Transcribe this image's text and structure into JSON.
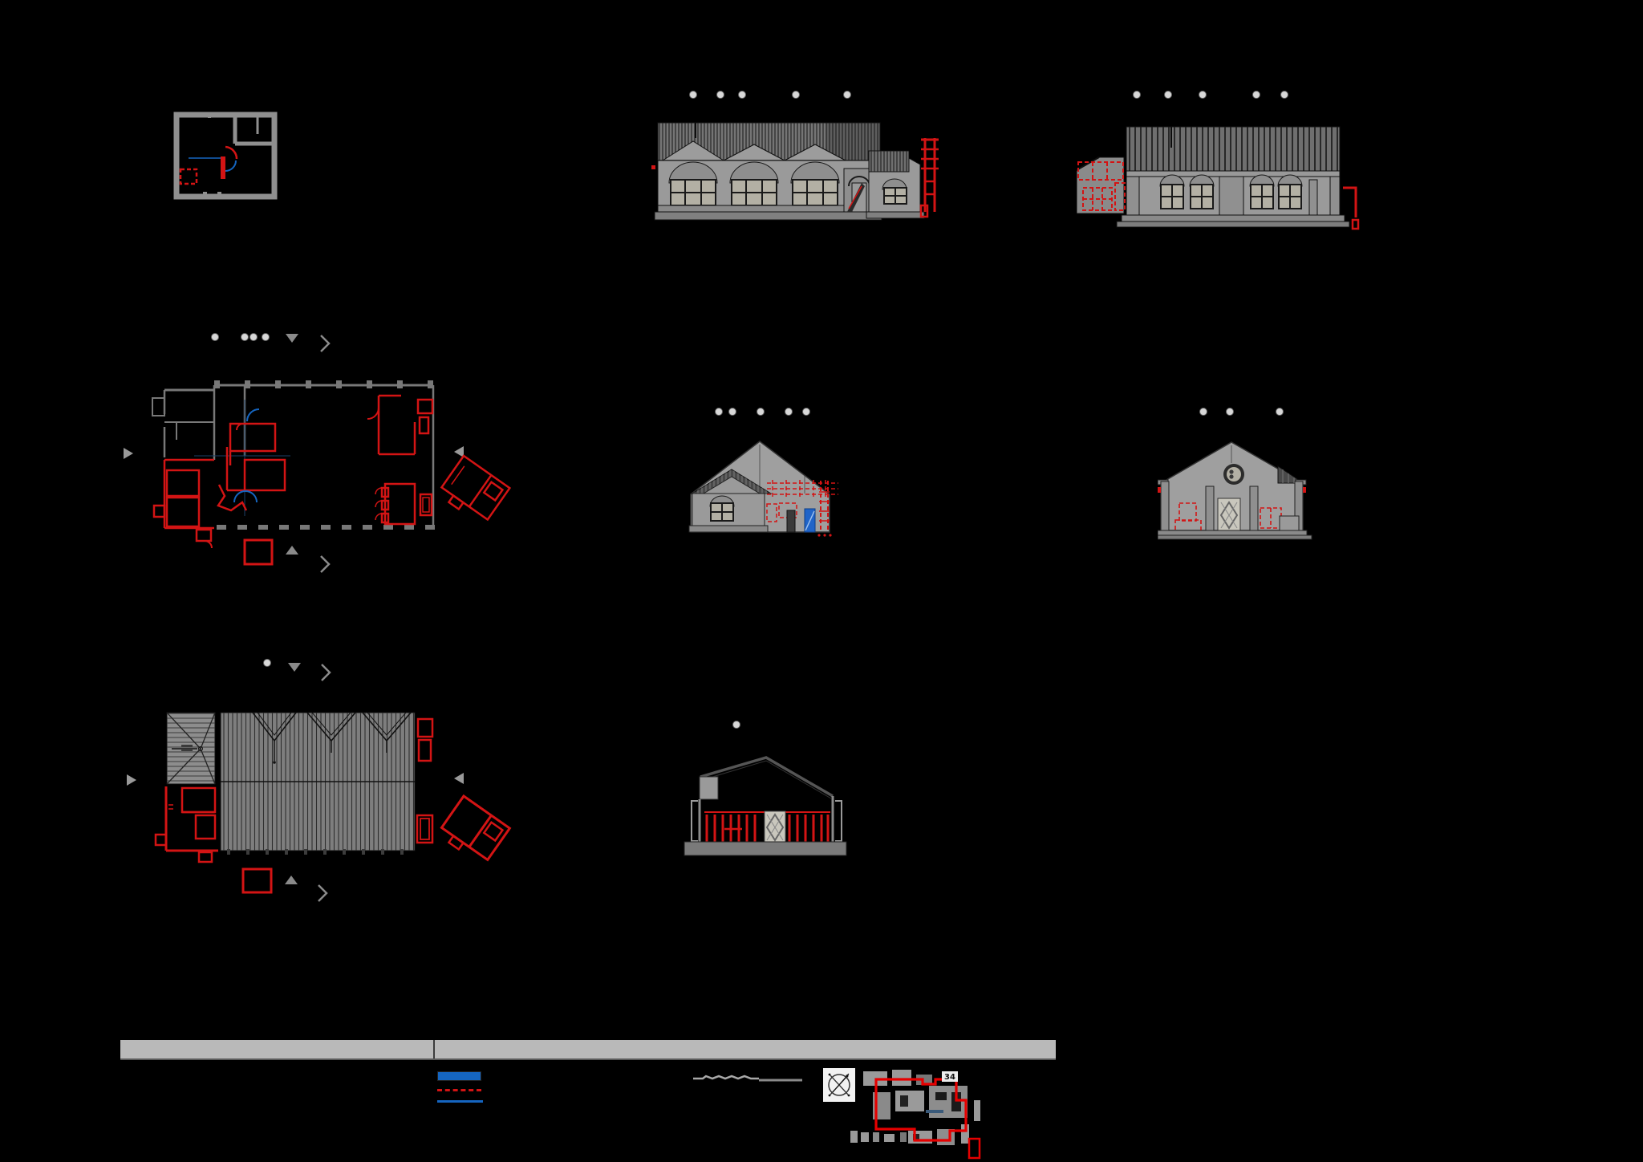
{
  "canvas": {
    "background": "#000000"
  },
  "palette": {
    "existing_gray": "#787878",
    "elevation_wall": "#9a9a9a",
    "siding_band": "#6f6f6f",
    "dark_roof": "#4a4a4a",
    "glass_tan": "#b3b0a4",
    "new_red": "#d31414",
    "door_blue": "#1565c0",
    "thin_blue_line": "#1c3f66",
    "titlebar_gray": "#b9b9b9",
    "marker_gray": "#8a8a8a",
    "bubble_fill": "#d8d8d8",
    "site_boundary_red": "#e60000"
  },
  "legend": {
    "items": [
      {
        "name": "blue-filled-swatch",
        "style": "filled-rect",
        "color": "#1565c0"
      },
      {
        "name": "red-dashed-swatch",
        "style": "dashed-line",
        "color": "#d31414"
      },
      {
        "name": "blue-solid-swatch",
        "style": "solid-line",
        "color": "#1565c0"
      }
    ]
  },
  "site_plan": {
    "label": "34"
  },
  "grid_bubbles": {
    "elevation_top_middle": 5,
    "elevation_top_right": 5,
    "floor_plan": 4,
    "gable_elevation_middle": 5,
    "gable_elevation_right": 3,
    "roof_plan": 1,
    "section": 1
  }
}
